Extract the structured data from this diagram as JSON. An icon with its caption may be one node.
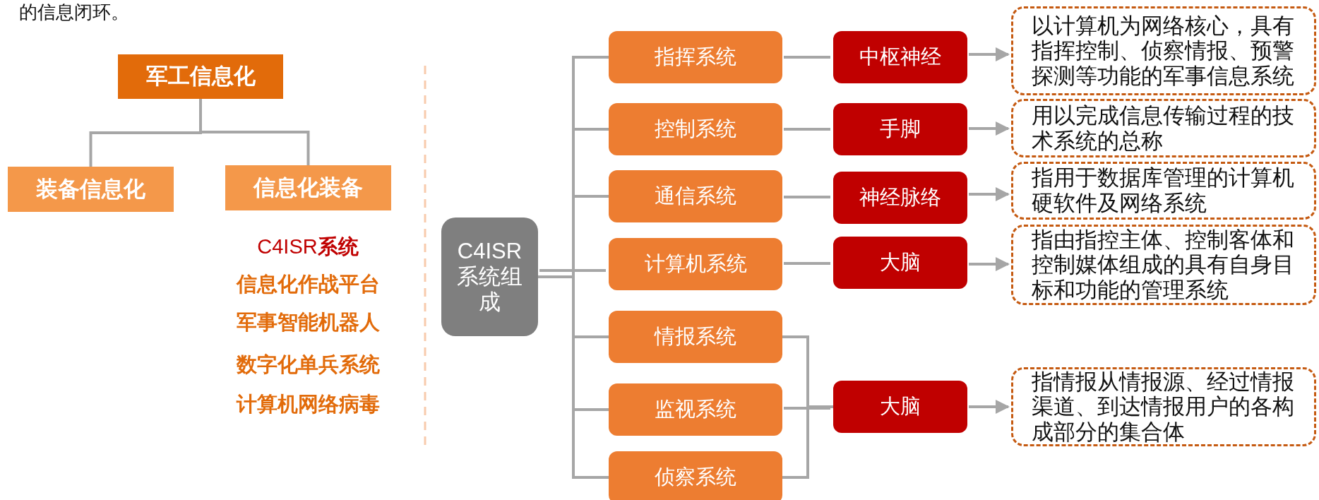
{
  "diagram": {
    "nodes": [
      {
        "text": [
          "军工信息化"
        ]
      },
      {
        "text": [
          "装备信息化"
        ]
      },
      {
        "text": [
          "信息化装备"
        ]
      },
      {
        "text": [
          "C4ISR系统组成"
        ]
      },
      {
        "text": [
          "指挥系统"
        ]
      },
      {
        "text": [
          "控制系统"
        ]
      },
      {
        "text": [
          "通信系统"
        ]
      },
      {
        "text": [
          "计算机系统"
        ]
      },
      {
        "text": [
          "情报系统"
        ]
      },
      {
        "text": [
          "监视系统"
        ]
      },
      {
        "text": [
          "侦察系统"
        ]
      },
      {
        "text": [
          "中枢神经"
        ]
      },
      {
        "text": [
          "以计算机为网络核心，具有指挥控制、侦察情报、预警探测等功能的军事信息系统"
        ]
      },
      {
        "text": [
          "手脚"
        ]
      },
      {
        "text": [
          "用以完成信息传输过程的技术系统的总称"
        ]
      },
      {
        "text": [
          "神经脉络"
        ]
      },
      {
        "text": [
          "指用于数据库管理的计算机硬软件及网络系统"
        ]
      },
      {
        "text": [
          "大脑"
        ]
      },
      {
        "text": [
          "指由指控主体、控制客体和控制媒体组成的具有自身目标和功能的管理系统"
        ]
      },
      {
        "text": [
          "大脑"
        ]
      },
      {
        "text": [
          "指情报从情报源、经过情报渠道、到达情报用户的各构成部分的集合体"
        ]
      }
    ],
    "edges": [
      {
        "from": 0,
        "to": 1,
        "arrow": "none"
      },
      {
        "from": 0,
        "to": 2,
        "arrow": "none"
      },
      {
        "from": 3,
        "to": 4,
        "arrow": "none"
      },
      {
        "from": 3,
        "to": 5,
        "arrow": "none"
      },
      {
        "from": 3,
        "to": 6,
        "arrow": "none"
      },
      {
        "from": 3,
        "to": 7,
        "arrow": "none"
      },
      {
        "from": 3,
        "to": 8,
        "arrow": "none"
      },
      {
        "from": 3,
        "to": 9,
        "arrow": "none"
      },
      {
        "from": 3,
        "to": 10,
        "arrow": "none"
      },
      {
        "from": 4,
        "to": 11,
        "arrow": "none"
      },
      {
        "from": 11,
        "to": 12,
        "arrow": "to"
      },
      {
        "from": 5,
        "to": 13,
        "arrow": "none"
      },
      {
        "from": 13,
        "to": 14,
        "arrow": "to"
      },
      {
        "from": 6,
        "to": 15,
        "arrow": "none"
      },
      {
        "from": 15,
        "to": 16,
        "arrow": "to"
      },
      {
        "from": 7,
        "to": 17,
        "arrow": "none"
      },
      {
        "from": 17,
        "to": 18,
        "arrow": "to"
      },
      {
        "from": 8,
        "to": 19,
        "arrow": "none"
      },
      {
        "from": 9,
        "to": 19,
        "arrow": "none"
      },
      {
        "from": 10,
        "to": 19,
        "arrow": "none"
      },
      {
        "from": 19,
        "to": 20,
        "arrow": "to"
      }
    ],
    "labels": [
      "的信息闭环。",
      "C4ISR**系统**",
      "信息化作战平台",
      "军事智能机器人",
      "数字化单兵系统",
      "计算机网络病毒"
    ]
  }
}
